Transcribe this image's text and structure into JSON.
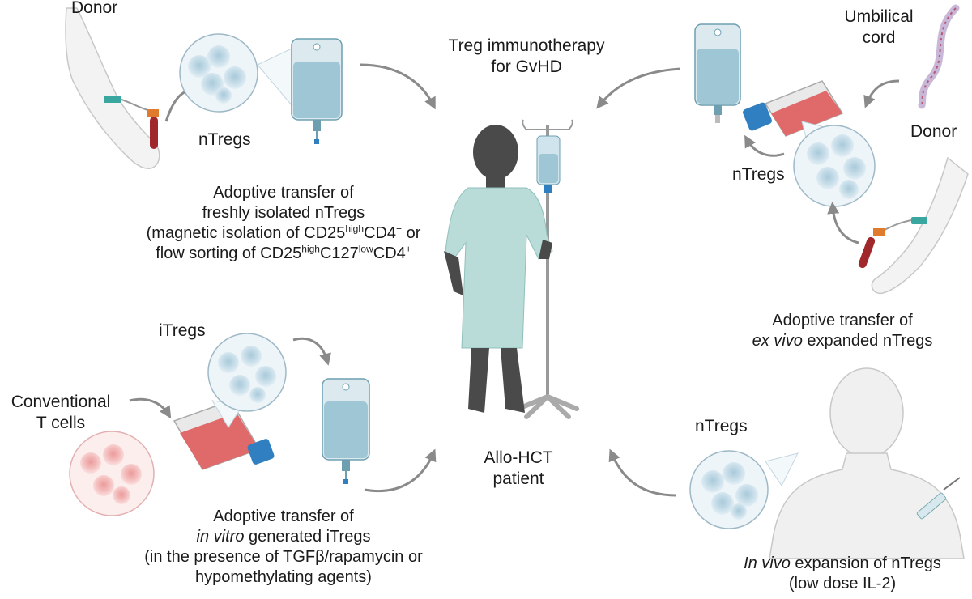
{
  "center": {
    "title_line1": "Treg immunotherapy",
    "title_line2": "for GvHD",
    "patient_line1": "Allo-HCT",
    "patient_line2": "patient"
  },
  "top_left": {
    "donor": "Donor",
    "cells": "nTregs",
    "line1": "Adoptive transfer of",
    "line2": "freshly isolated nTregs",
    "line3_a": "(magnetic isolation of CD25",
    "line3_sup1": "high",
    "line3_b": "CD4",
    "line3_sup2": "+",
    "line3_c": " or",
    "line4_a": "flow sorting of CD25",
    "line4_sup1": "high",
    "line4_b": "C127",
    "line4_sup2": "low",
    "line4_c": "CD4",
    "line4_sup3": "+"
  },
  "top_right": {
    "source_line1": "Umbilical",
    "source_line2": "cord",
    "donor": "Donor",
    "cells": "nTregs",
    "line1": "Adoptive transfer of",
    "line2_italic": "ex vivo",
    "line2_rest": " expanded nTregs"
  },
  "bottom_left": {
    "source_line1": "Conventional",
    "source_line2": "T cells",
    "cells": "iTregs",
    "line1": "Adoptive transfer of",
    "line2_italic": "in vitro",
    "line2_rest": " generated iTregs",
    "line3": "(in the presence of TGFβ/rapamycin or",
    "line4": "hypomethylating agents)"
  },
  "bottom_right": {
    "cells": "nTregs",
    "line1_italic": "In vivo",
    "line1_rest": " expansion of nTregs",
    "line2": "(low dose IL-2)"
  },
  "colors": {
    "arrow": "#8a8a8a",
    "bag_fluid": "#9ec6d4",
    "bag_outline": "#6d9fb0",
    "treg_cell": "#c9dfea",
    "tconv_cell": "#f2b8b8",
    "flask_medium": "#e06a6a",
    "flask_cap": "#2f7fc1",
    "gown": "#b9dcd9",
    "skin_dark": "#4a4a4a",
    "skin_light": "#efefef",
    "blood": "#a0282a"
  }
}
